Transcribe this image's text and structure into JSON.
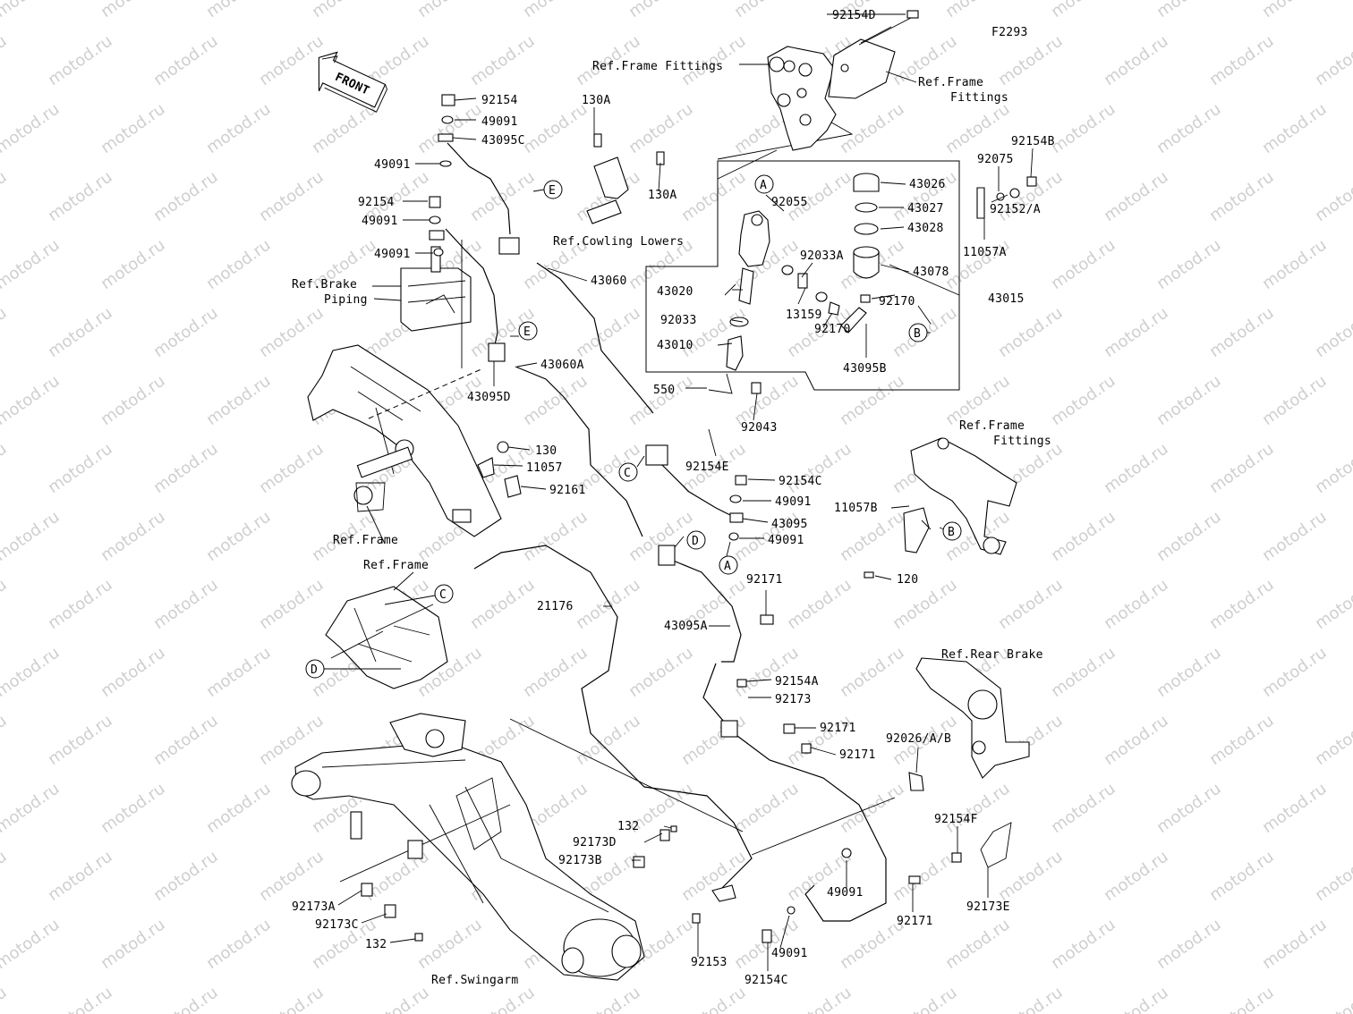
{
  "diagram_code": "F2293",
  "front_arrow_label": "FRONT",
  "watermark": "motod.ru",
  "refs": {
    "frame_fittings_top": "Ref.Frame Fittings",
    "frame_fittings_right_1": "Ref.Frame",
    "frame_fittings_right_2": "Fittings",
    "cowling_lowers": "Ref.Cowling Lowers",
    "brake_piping_1": "Ref.Brake",
    "brake_piping_2": "Piping",
    "frame_left": "Ref.Frame",
    "frame_mid": "Ref.Frame",
    "frame_fittings_mid_1": "Ref.Frame",
    "frame_fittings_mid_2": "Fittings",
    "rear_brake": "Ref.Rear Brake",
    "swingarm": "Ref.Swingarm"
  },
  "circle_labels": {
    "a": "A",
    "b": "B",
    "c": "C",
    "d": "D",
    "e": "E"
  },
  "parts": {
    "p92154D": "92154D",
    "p92154": "92154",
    "p49091_1": "49091",
    "p43095C": "43095C",
    "p130A_top": "130A",
    "p130A_right": "130A",
    "p49091_2": "49091",
    "p92154_2": "92154",
    "p49091_3": "49091",
    "p49091_4": "49091",
    "p43060": "43060",
    "p43060A": "43060A",
    "p43095D": "43095D",
    "p130": "130",
    "p11057": "11057",
    "p92161": "92161",
    "p43026": "43026",
    "p43027": "43027",
    "p43028": "43028",
    "p43078": "43078",
    "p92075": "92075",
    "p92154B": "92154B",
    "p92152A": "92152/A",
    "p11057A": "11057A",
    "p92055": "92055",
    "p92033A": "92033A",
    "p43020": "43020",
    "p13159": "13159",
    "p92170_1": "92170",
    "p92170_2": "92170",
    "p43015": "43015",
    "p92033": "92033",
    "p43010": "43010",
    "p43095B": "43095B",
    "p550": "550",
    "p92043": "92043",
    "p92154E": "92154E",
    "p92154C_1": "92154C",
    "p49091_5": "49091",
    "p43095": "43095",
    "p49091_6": "49091",
    "p11057B": "11057B",
    "p120": "120",
    "p92171_1": "92171",
    "p21176": "21176",
    "p43095A": "43095A",
    "p92154A": "92154A",
    "p92173": "92173",
    "p92171_2": "92171",
    "p92171_3": "92171",
    "p92026": "92026/A/B",
    "p92154F": "92154F",
    "p92173E": "92173E",
    "p132_1": "132",
    "p92173D": "92173D",
    "p92173B": "92173B",
    "p92173A": "92173A",
    "p92173C": "92173C",
    "p132_2": "132",
    "p49091_7": "49091",
    "p92171_4": "92171",
    "p92153": "92153",
    "p49091_8": "49091",
    "p92154C_2": "92154C"
  }
}
